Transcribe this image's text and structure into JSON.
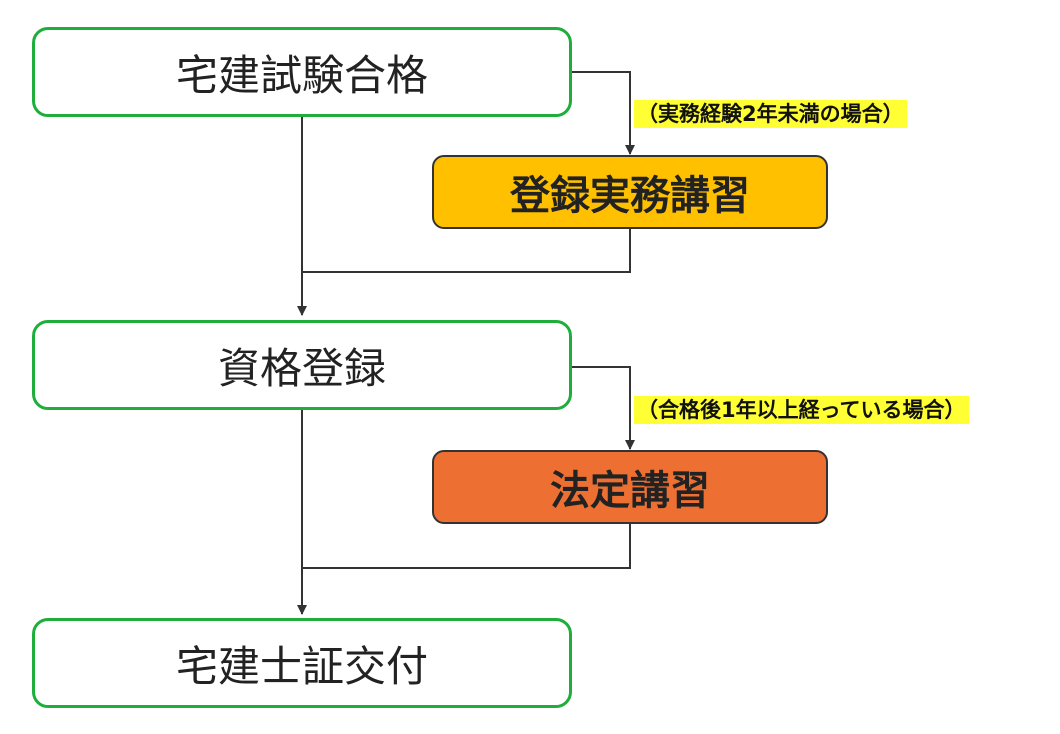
{
  "nodes": {
    "exam_pass": "宅建試験合格",
    "registration_course": "登録実務講習",
    "qualification_registration": "資格登録",
    "statutory_course": "法定講習",
    "certificate_issuance": "宅建士証交付"
  },
  "conditions": {
    "experience_under_2_years": "（実務経験2年未満の場合）",
    "over_1_year_after_pass": "（合格後1年以上経っている場合）"
  },
  "colors": {
    "main_border": "#1fae3c",
    "registration_course_fill": "#ffc000",
    "statutory_course_fill": "#ed7032",
    "condition_highlight": "#ffff33",
    "connector": "#333333"
  }
}
